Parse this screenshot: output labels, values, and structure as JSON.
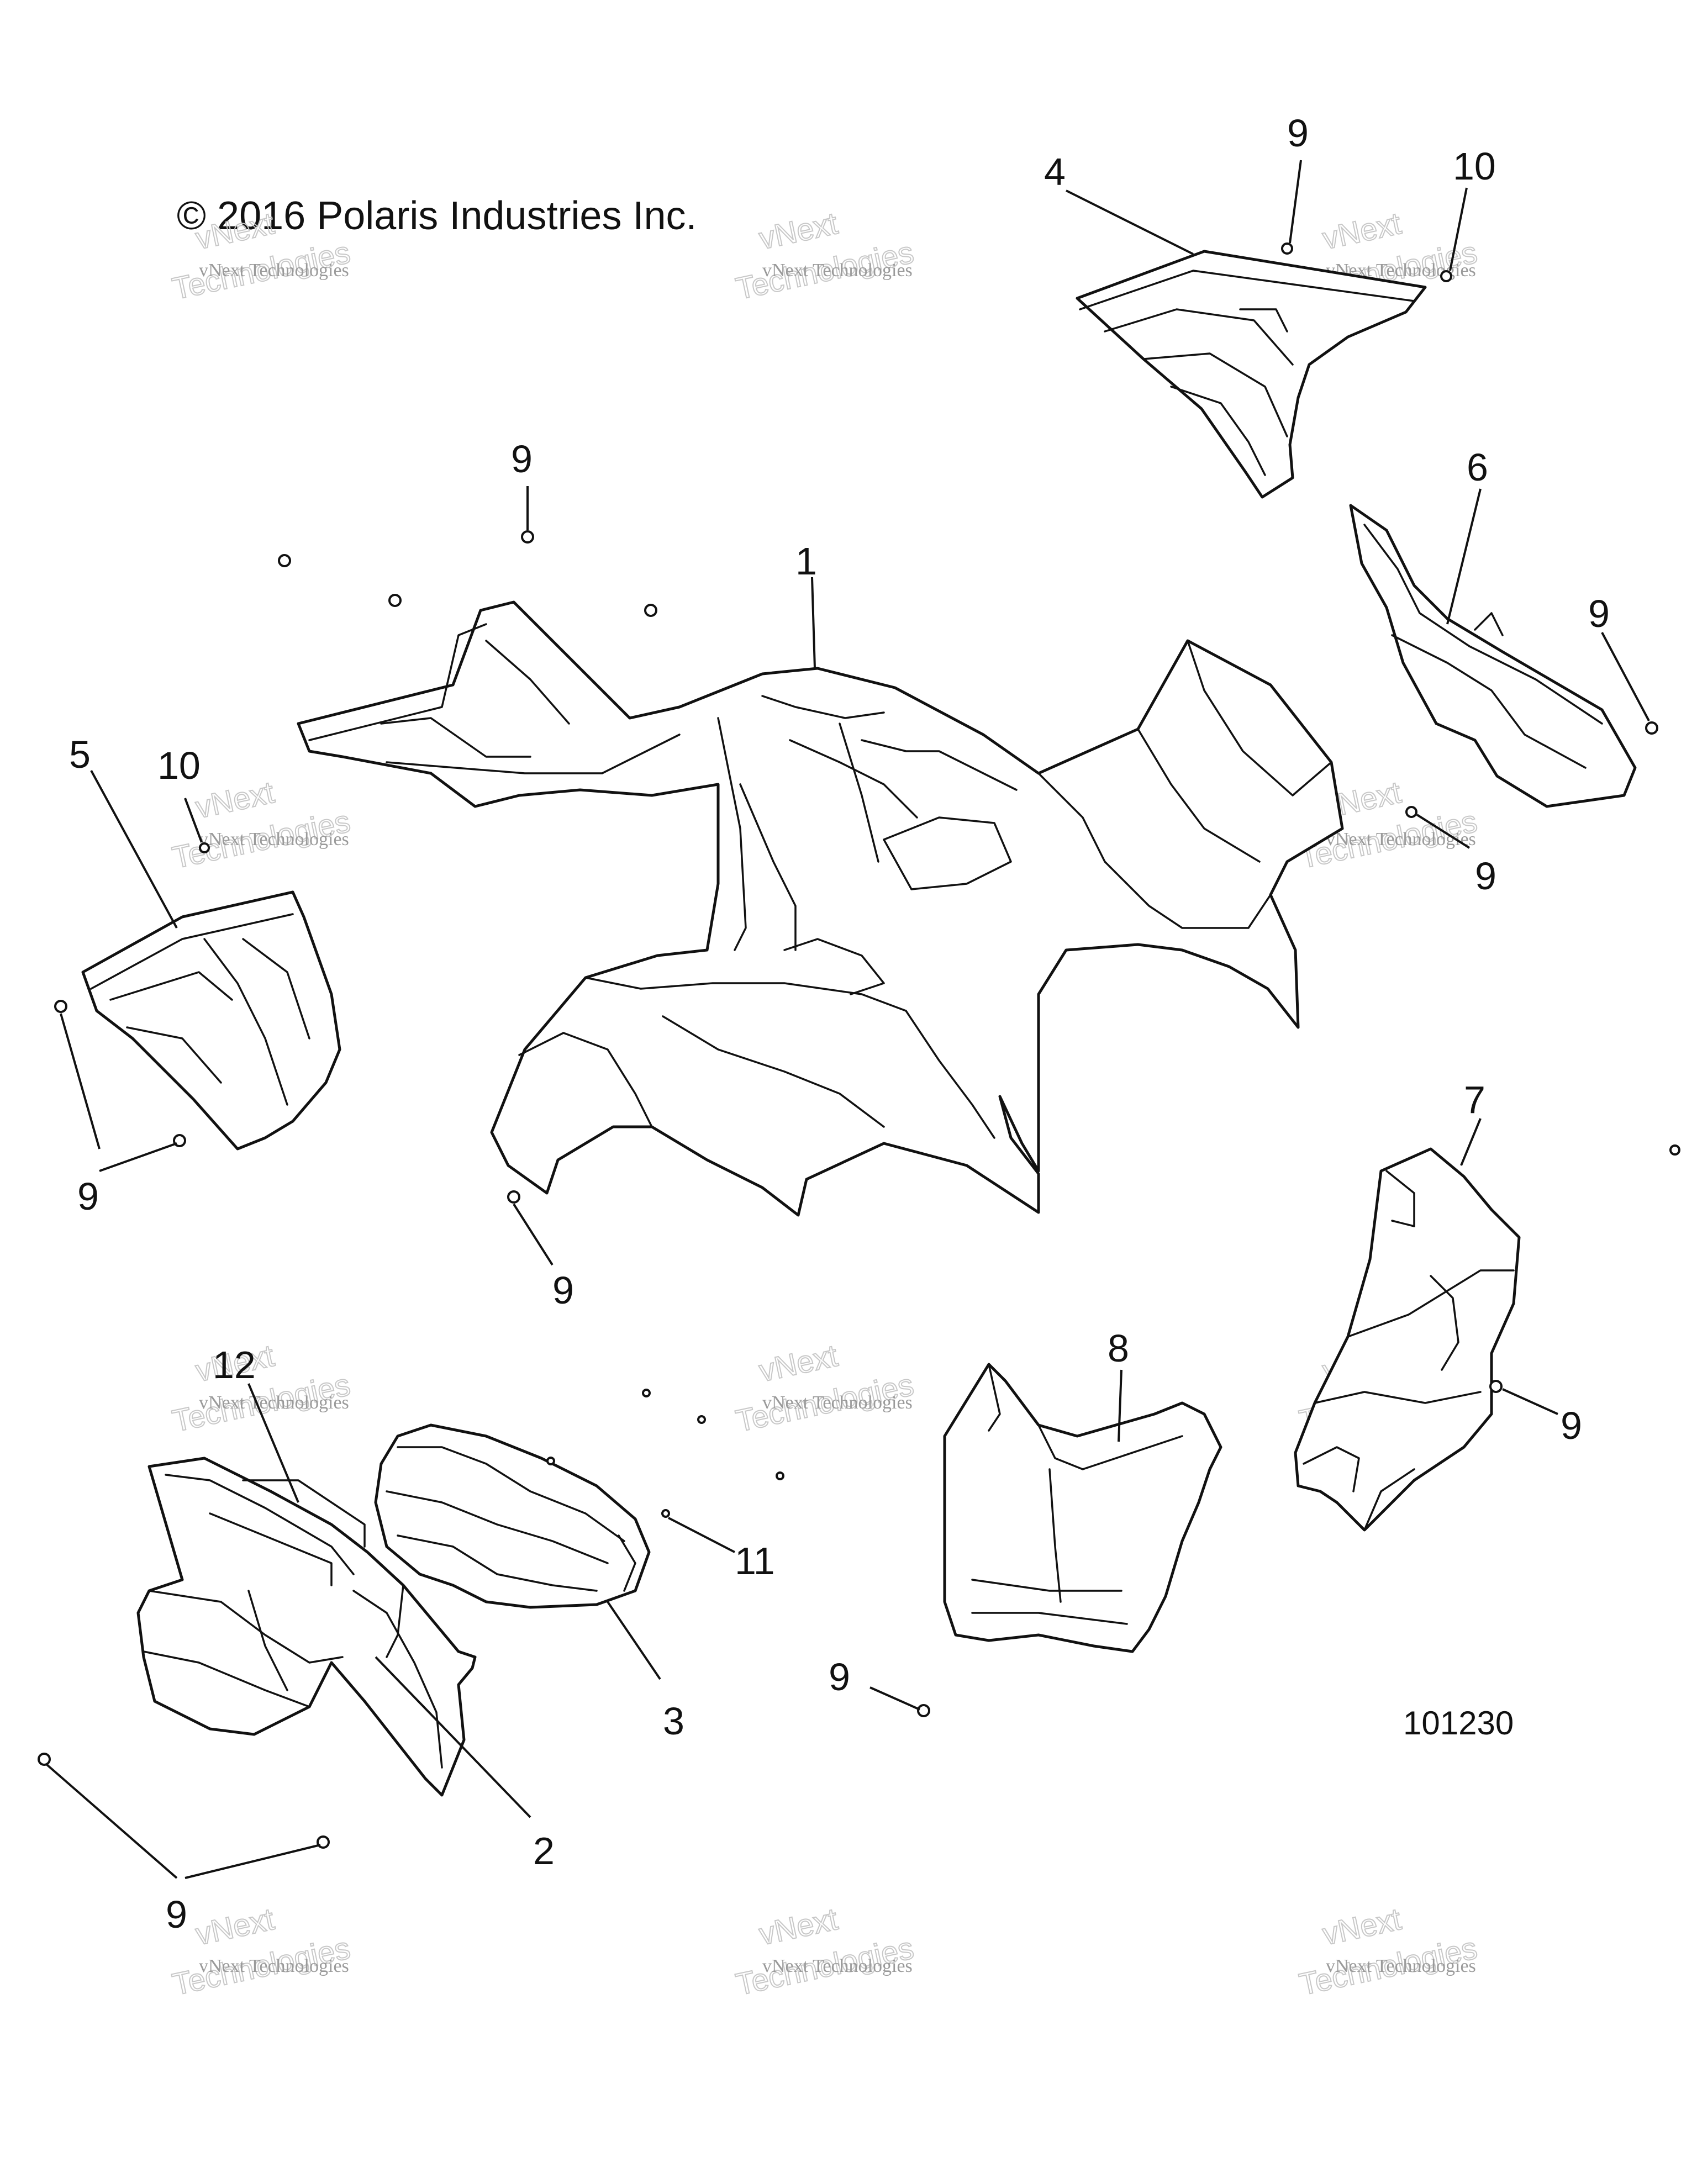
{
  "copyright": "© 2016 Polaris Industries Inc.",
  "drawing_number": "101230",
  "watermark": {
    "line1": "vNext Technologies",
    "line2": "vNext",
    "line3": "Technologies"
  },
  "callouts": {
    "c1": "1",
    "c2": "2",
    "c3": "3",
    "c4": "4",
    "c5": "5",
    "c6": "6",
    "c7": "7",
    "c8": "8",
    "c9": "9",
    "c10": "10",
    "c11": "11",
    "c12": "12"
  }
}
